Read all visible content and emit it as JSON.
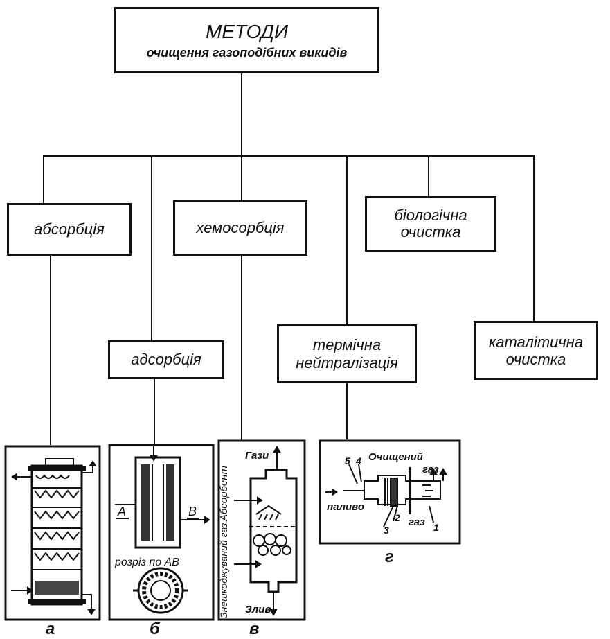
{
  "root": {
    "title": "МЕТОДИ",
    "subtitle": "очищення газоподібних викидів"
  },
  "methods": {
    "absorption": "абсорбція",
    "chemisorption": "хемосорбція",
    "biological": [
      "біологічна",
      "очистка"
    ],
    "adsorption": "адсорбція",
    "thermal": [
      "термічна",
      "нейтралізація"
    ],
    "catalytic": [
      "каталітична",
      "очистка"
    ]
  },
  "figures": {
    "a": {
      "label": "а"
    },
    "b": {
      "label": "б",
      "section_a": "A",
      "section_b": "B",
      "caption": "розріз по АВ"
    },
    "v": {
      "label": "в",
      "gases": "Гази",
      "absorbent": "Абсорбент",
      "contaminated_gas": "Знешкоджуваний газ",
      "drain": "Злив"
    },
    "g": {
      "label": "г",
      "cleaned_gas_1": "Очищений",
      "cleaned_gas_2": "газ",
      "fuel": "паливо",
      "gas": "газ",
      "n1": "1",
      "n2": "2",
      "n3": "3",
      "n4": "4",
      "n5": "5"
    }
  }
}
